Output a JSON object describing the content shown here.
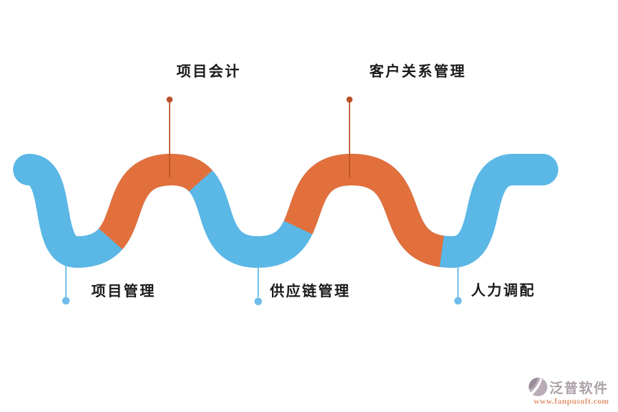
{
  "diagram": {
    "nodes": {
      "top": [
        {
          "label": "项目会计"
        },
        {
          "label": "客户关系管理"
        }
      ],
      "bottom": [
        {
          "label": "项目管理"
        },
        {
          "label": "供应链管理"
        },
        {
          "label": "人力调配"
        }
      ]
    },
    "colors": {
      "wave_blue": "#5bb7e6",
      "wave_orange": "#e2703c",
      "leader_orange": "#bc5127",
      "leader_blue": "#6fbde8",
      "label_text": "#1a1a1a"
    }
  },
  "watermark": {
    "brand": "泛普软件",
    "url": "www.fanpusoft.com",
    "brand_color": "#9a8d97",
    "url_color": "#df8053"
  }
}
